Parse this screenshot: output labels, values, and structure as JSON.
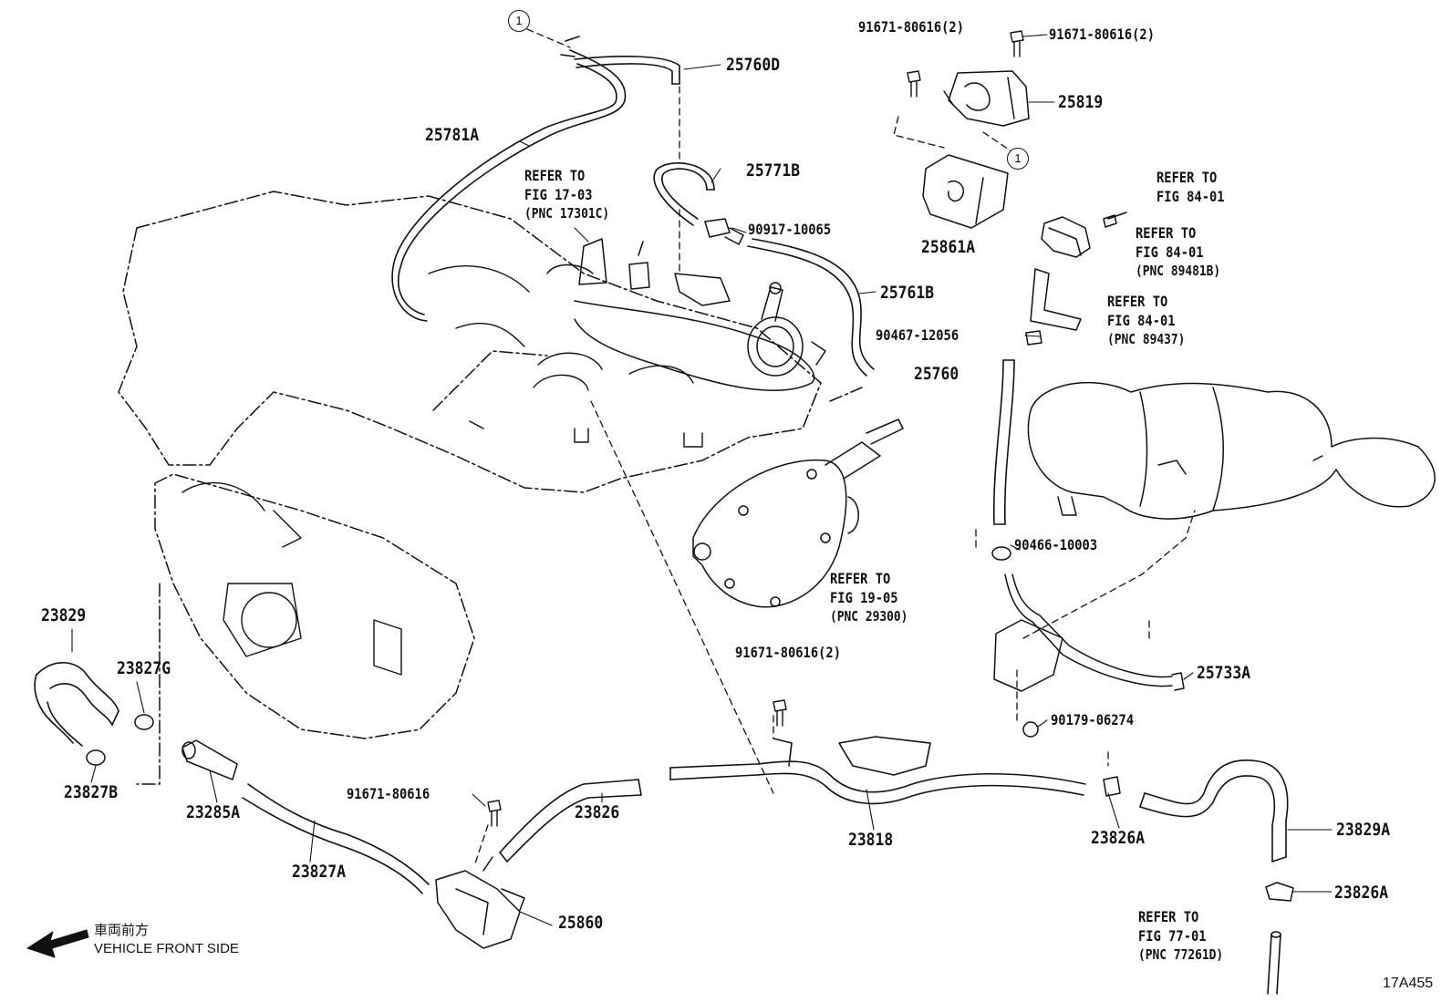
{
  "callouts": [
    "1",
    "1"
  ],
  "part_labels": {
    "p25760D": "25760D",
    "p25781A": "25781A",
    "p25771B": "25771B",
    "p90917": "90917-10065",
    "p25761B": "25761B",
    "p91671_a": "91671-80616(2)",
    "p91671_b": "91671-80616(2)",
    "p25819": "25819",
    "p25861A": "25861A",
    "p90467": "90467-12056",
    "p25760": "25760",
    "p90466": "90466-10003",
    "p25733A": "25733A",
    "p90179": "90179-06274",
    "p91671_c": "91671-80616(2)",
    "p23829": "23829",
    "p23827G": "23827G",
    "p23827B": "23827B",
    "p23285A": "23285A",
    "p23827A": "23827A",
    "p91671_d": "91671-80616",
    "p23826": "23826",
    "p23818": "23818",
    "p23826A_1": "23826A",
    "p23829A": "23829A",
    "p23826A_2": "23826A",
    "p25860": "25860"
  },
  "references": {
    "fig17": {
      "l1": "REFER TO",
      "l2": "FIG 17-03",
      "pnc": "(PNC 17301C)"
    },
    "fig84a": {
      "l1": "REFER TO",
      "l2": "FIG 84-01"
    },
    "fig84b": {
      "l1": "REFER TO",
      "l2": "FIG 84-01",
      "pnc": "(PNC 89481B)"
    },
    "fig84c": {
      "l1": "REFER TO",
      "l2": "FIG 84-01",
      "pnc": "(PNC 89437)"
    },
    "fig19": {
      "l1": "REFER TO",
      "l2": "FIG 19-05",
      "pnc": "(PNC 29300)"
    },
    "fig77": {
      "l1": "REFER TO",
      "l2": "FIG 77-01",
      "pnc": "(PNC 77261D)"
    }
  },
  "front_indicator": {
    "jp": "車両前方",
    "en": "VEHICLE FRONT SIDE"
  },
  "diagram_code": "17A455"
}
